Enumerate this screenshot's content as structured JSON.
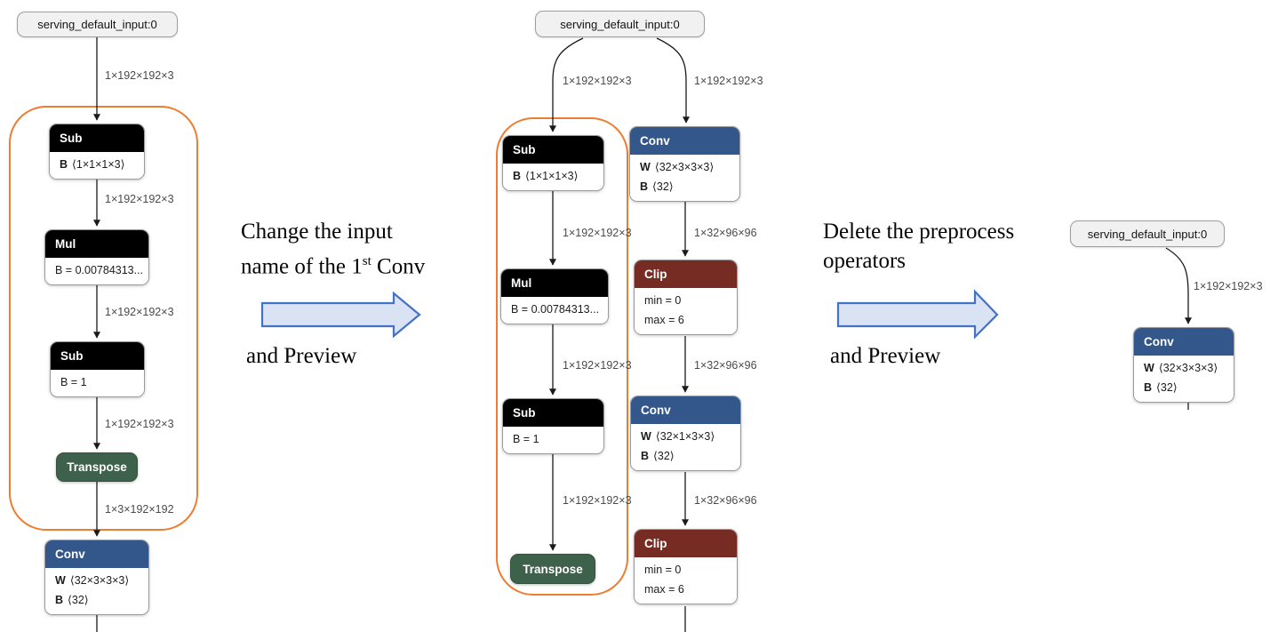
{
  "colors": {
    "layer_header_blue": "#33568b",
    "activation_header_maroon": "#762c23",
    "constant_header_black": "#000000",
    "transform_green": "#3d614b",
    "highlight_box_orange": "#ed7d31",
    "block_arrow_fill": "#dae3f3",
    "block_arrow_stroke": "#4472c4",
    "input_pill_fill": "#f1f1f1",
    "edge_color": "#1a1a1a",
    "edge_label_color": "#4a4a4a"
  },
  "annotations": {
    "step1": {
      "line1": "Change the input",
      "line2_pre": "name of the 1",
      "line2_sup": "st",
      "line2_post": " Conv",
      "line3": "and Preview"
    },
    "step2": {
      "line1": "Delete the preprocess",
      "line2": "operators",
      "line3": "and Preview"
    }
  },
  "graphs": {
    "left": {
      "input_label": "serving_default_input:0",
      "edge_labels": [
        "1×192×192×3",
        "1×192×192×3",
        "1×192×192×3",
        "1×192×192×3",
        "1×3×192×192"
      ],
      "nodes": {
        "sub1": {
          "title": "Sub",
          "row1_name": "B",
          "row1_value": "⟨1×1×1×3⟩"
        },
        "mul": {
          "title": "Mul",
          "row1": "B = 0.00784313..."
        },
        "sub2": {
          "title": "Sub",
          "row1": "B = 1"
        },
        "transpose": {
          "title": "Transpose"
        },
        "conv": {
          "title": "Conv",
          "row1_name": "W",
          "row1_value": "⟨32×3×3×3⟩",
          "row2_name": "B",
          "row2_value": "⟨32⟩"
        }
      }
    },
    "middle": {
      "input_label": "serving_default_input:0",
      "left_edge_labels": [
        "1×192×192×3",
        "1×192×192×3",
        "1×192×192×3",
        "1×192×192×3"
      ],
      "right_edge_labels": [
        "1×192×192×3",
        "1×32×96×96",
        "1×32×96×96",
        "1×32×96×96"
      ],
      "nodes": {
        "sub1": {
          "title": "Sub",
          "row1_name": "B",
          "row1_value": "⟨1×1×1×3⟩"
        },
        "conv1": {
          "title": "Conv",
          "row1_name": "W",
          "row1_value": "⟨32×3×3×3⟩",
          "row2_name": "B",
          "row2_value": "⟨32⟩"
        },
        "mul": {
          "title": "Mul",
          "row1": "B = 0.00784313..."
        },
        "clip1": {
          "title": "Clip",
          "row1": "min = 0",
          "row2": "max = 6"
        },
        "sub2": {
          "title": "Sub",
          "row1": "B = 1"
        },
        "conv2": {
          "title": "Conv",
          "row1_name": "W",
          "row1_value": "⟨32×1×3×3⟩",
          "row2_name": "B",
          "row2_value": "⟨32⟩"
        },
        "transpose": {
          "title": "Transpose"
        },
        "clip2": {
          "title": "Clip",
          "row1": "min = 0",
          "row2": "max = 6"
        }
      }
    },
    "right": {
      "input_label": "serving_default_input:0",
      "edge_label": "1×192×192×3",
      "nodes": {
        "conv": {
          "title": "Conv",
          "row1_name": "W",
          "row1_value": "⟨32×3×3×3⟩",
          "row2_name": "B",
          "row2_value": "⟨32⟩"
        }
      }
    }
  }
}
